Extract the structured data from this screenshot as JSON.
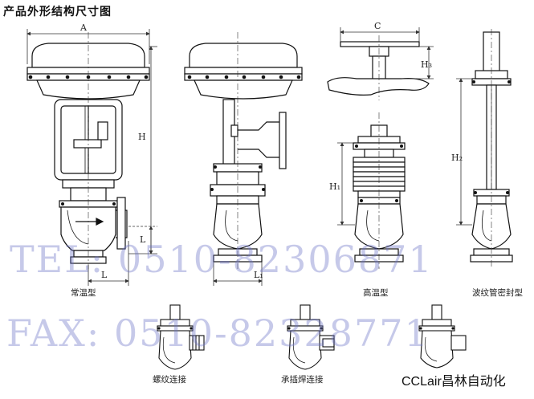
{
  "title": "产品外形结构尺寸图",
  "dimensions": {
    "a": "A",
    "h": "H",
    "l_vert": "L",
    "l": "L",
    "l1": "L₁",
    "c": "C",
    "h3": "H₃",
    "h1": "H₁",
    "h2": "H₂"
  },
  "captions": {
    "standard": "常温型",
    "high_temp": "高温型",
    "bellows": "波纹管密封型",
    "threaded": "螺纹连接",
    "socket_weld": "承插焊连接"
  },
  "watermark": {
    "tel": "TEL: 0510-82306871",
    "fax": "FAX: 0510-82328771"
  },
  "brand": "CCLair昌林自动化",
  "colors": {
    "line": "#111111",
    "dim_line": "#333333",
    "watermark": "#6b72c8"
  }
}
